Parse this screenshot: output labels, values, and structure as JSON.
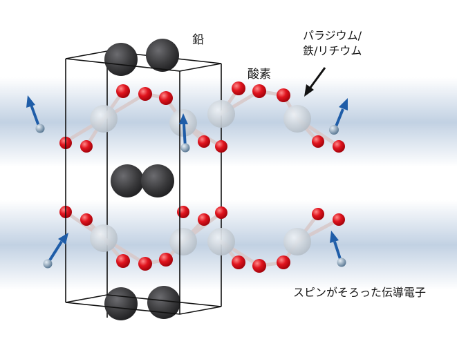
{
  "labels": {
    "lead": "鉛",
    "oxygen": "酸素",
    "pd_fe_li_line1": "パラジウム/",
    "pd_fe_li_line2": "鉄/リチウム",
    "spin_electrons": "スピンがそろった伝導電子"
  },
  "colors": {
    "lead_atom": "#3a3a3c",
    "oxygen_atom": "#e0141e",
    "metal_atom": "#c8d0d8",
    "electron_band": "#b7c9de",
    "spin_arrow": "#1f5da8",
    "electron_ball": "#5d7d99",
    "cell_edge": "#111111"
  },
  "icons": {
    "spin_arrow": "spin-arrow-icon",
    "pointer_arrow": "pointer-arrow-icon"
  }
}
